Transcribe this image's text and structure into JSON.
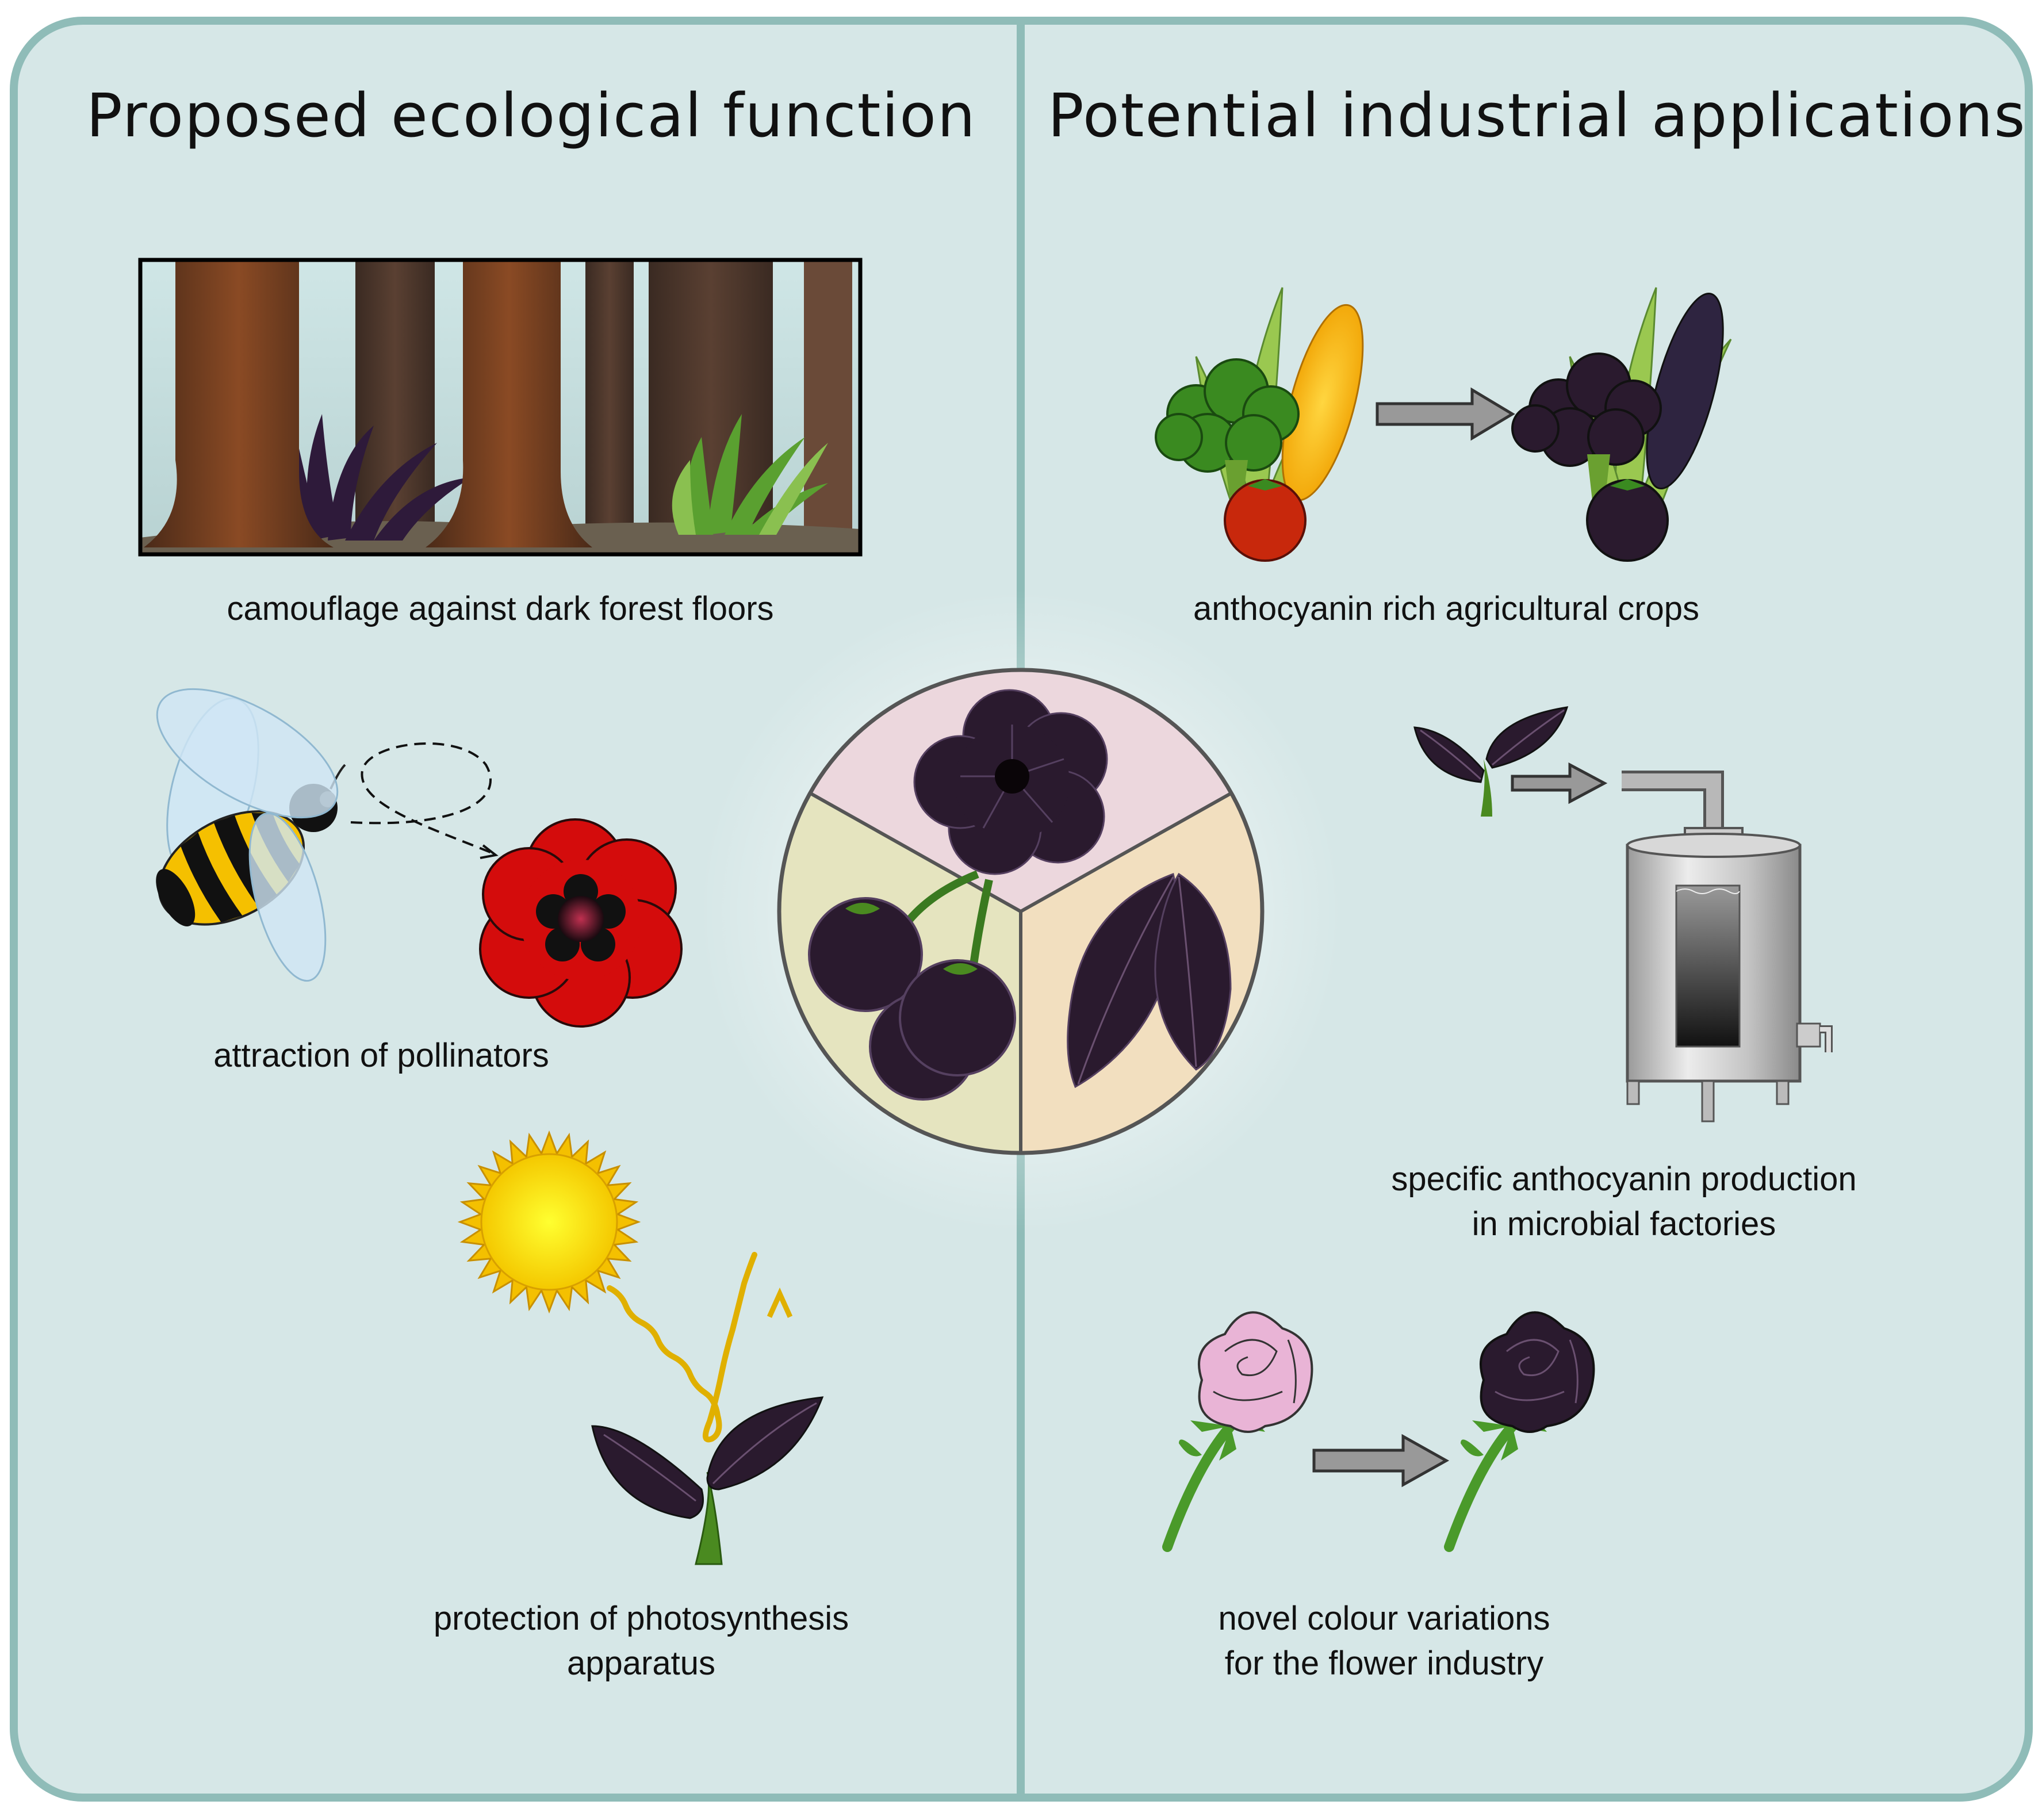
{
  "headings": {
    "left": "Proposed ecological function",
    "right": "Potential industrial applications"
  },
  "captions": {
    "camouflage": "camouflage against dark forest floors",
    "pollinators": "attraction of pollinators",
    "photosynthesis_line1": "protection of photosynthesis",
    "photosynthesis_line2": "apparatus",
    "crops": "anthocyanin rich agricultural crops",
    "microbial_line1": "specific anthocyanin production",
    "microbial_line2": "in microbial factories",
    "flowers_line1": "novel colour variations",
    "flowers_line2": "for the flower industry"
  },
  "colors": {
    "panel_bg": "#d6e7e7",
    "panel_border": "#8fbcb8",
    "dark_purple": "#2a1a2e",
    "green": "#4a9a2a",
    "red": "#d40c0c",
    "sun": "#f6d400",
    "arrow": "#999999",
    "pink_segment": "#ecd7dd",
    "yellow_segment": "#e5e4bf",
    "peach_segment": "#f2dfbf"
  }
}
